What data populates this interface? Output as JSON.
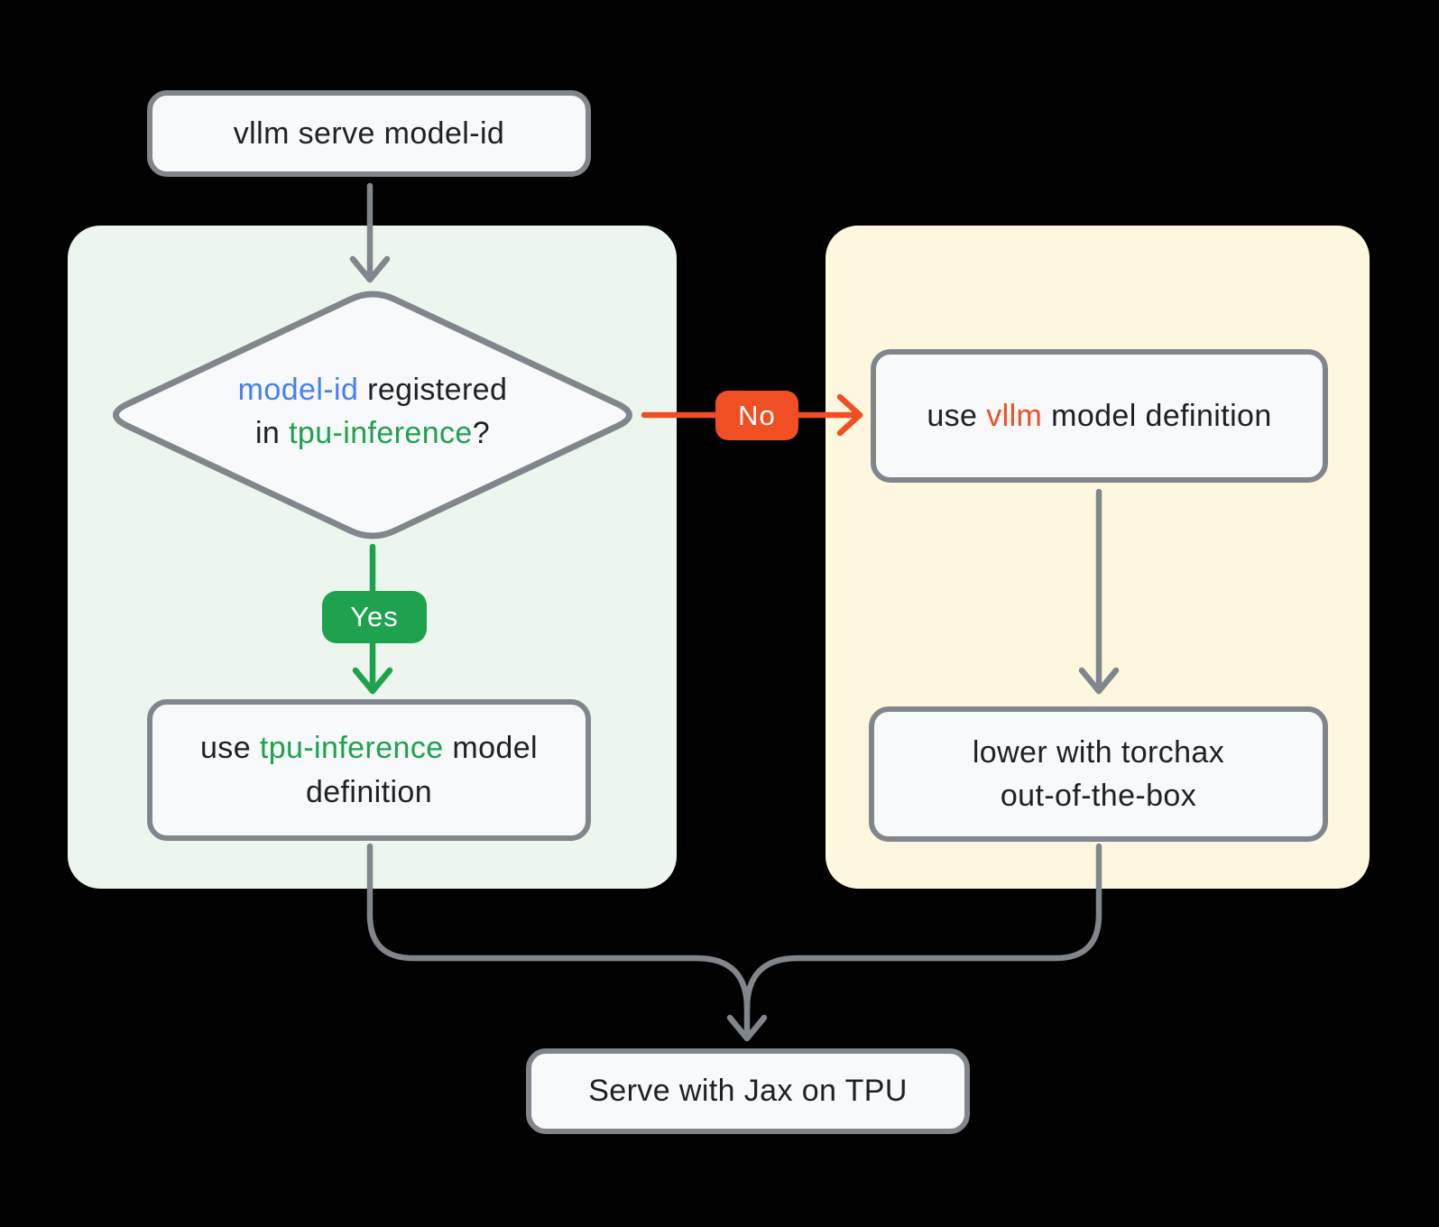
{
  "colors": {
    "canvas-bg": "#000000",
    "node-fill": "#F8F9FA",
    "line-gray": "#80868B",
    "ink": "#202124",
    "green-accent": "#1EA24D",
    "blue-accent": "#4680F4",
    "orange-accent": "#F04E23",
    "container-green": "#EDF6EE",
    "container-yellow": "#FEF7E0"
  },
  "nodes": {
    "start": {
      "label": "vllm serve model-id"
    },
    "decision": {
      "lines": [
        [
          {
            "t": "model-id",
            "c": "#4680F4"
          },
          {
            "t": " registered"
          }
        ],
        [
          {
            "t": "in "
          },
          {
            "t": "tpu-inference",
            "c": "#1EA24D"
          },
          {
            "t": "?"
          }
        ]
      ]
    },
    "yes_badge": {
      "label": "Yes"
    },
    "no_badge": {
      "label": "No"
    },
    "tpu_result": {
      "lines": [
        [
          {
            "t": "use "
          },
          {
            "t": "tpu-inference",
            "c": "#1EA24D"
          },
          {
            "t": " model"
          }
        ],
        [
          {
            "t": "definition"
          }
        ]
      ]
    },
    "vllm_result": {
      "lines": [
        [
          {
            "t": "use "
          },
          {
            "t": "vllm",
            "c": "#F04E23"
          },
          {
            "t": " model definition"
          }
        ]
      ]
    },
    "torchax": {
      "lines": [
        [
          {
            "t": "lower with torchax"
          }
        ],
        [
          {
            "t": "out-of-the-box"
          }
        ]
      ]
    },
    "end": {
      "label": "Serve with Jax on TPU"
    }
  }
}
